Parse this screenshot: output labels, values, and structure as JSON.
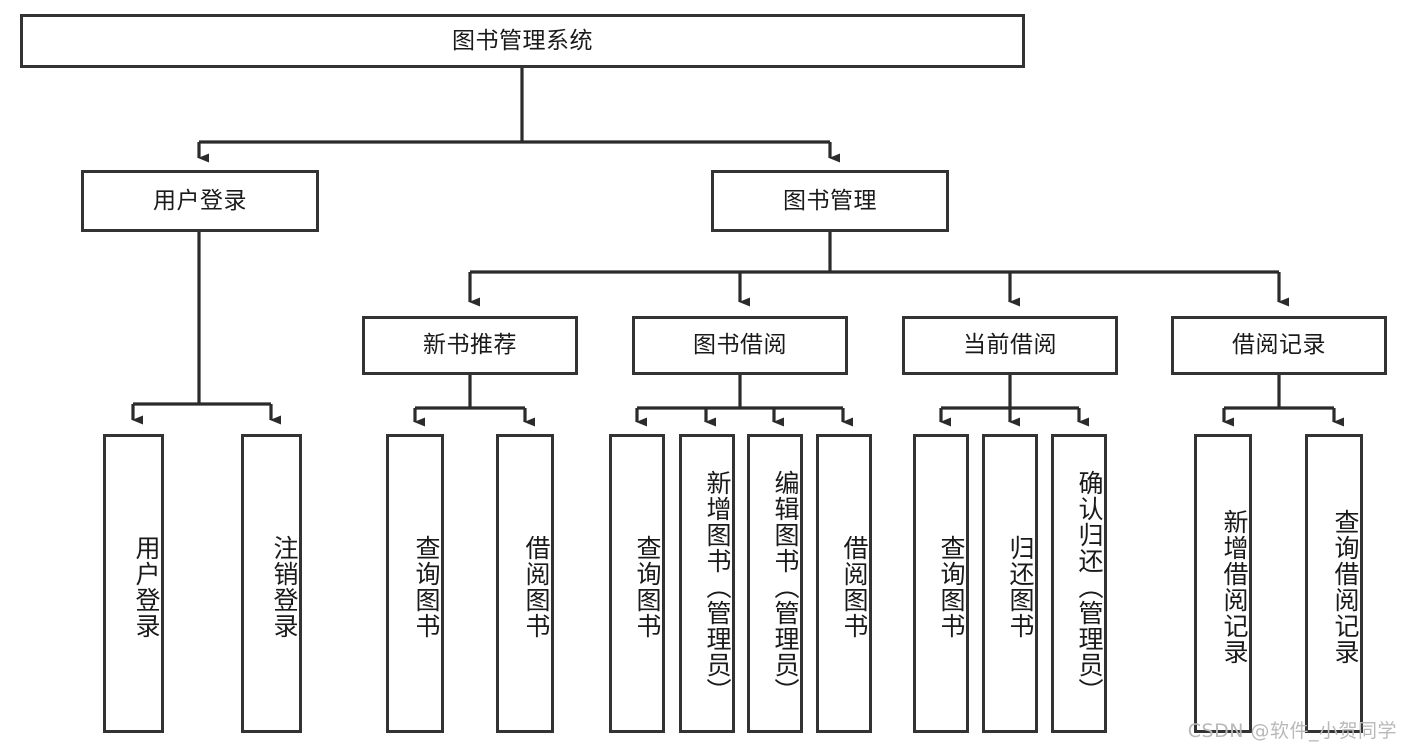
{
  "diagram": {
    "type": "tree-hierarchy-chart",
    "title": "图书管理系统",
    "watermark": "CSDN @软件_小贺同学",
    "colors": {
      "box_border": "#333333",
      "box_fill": "#ffffff",
      "connector": "#2b2b2b",
      "text": "#1a1a1a",
      "watermark": "#b9b9b9",
      "background": "#ffffff"
    },
    "levels": {
      "level1": [
        {
          "id": "root",
          "label": "图书管理系统",
          "orientation": "horizontal"
        }
      ],
      "level2": [
        {
          "id": "user-login",
          "label": "用户登录",
          "orientation": "horizontal",
          "parent": "root"
        },
        {
          "id": "book-management",
          "label": "图书管理",
          "orientation": "horizontal",
          "parent": "root"
        }
      ],
      "level3": [
        {
          "id": "new-book-recommend",
          "label": "新书推荐",
          "orientation": "horizontal",
          "parent": "book-management"
        },
        {
          "id": "book-borrow",
          "label": "图书借阅",
          "orientation": "horizontal",
          "parent": "book-management"
        },
        {
          "id": "current-borrow",
          "label": "当前借阅",
          "orientation": "horizontal",
          "parent": "book-management"
        },
        {
          "id": "borrow-record",
          "label": "借阅记录",
          "orientation": "horizontal",
          "parent": "book-management"
        }
      ],
      "level4": [
        {
          "id": "leaf-user-login",
          "label": "用户登录",
          "orientation": "vertical",
          "parent": "user-login"
        },
        {
          "id": "leaf-logout-login",
          "label": "注销登录",
          "orientation": "vertical",
          "parent": "user-login"
        },
        {
          "id": "leaf-query-book-1",
          "label": "查询图书",
          "orientation": "vertical",
          "parent": "new-book-recommend"
        },
        {
          "id": "leaf-borrow-book-1",
          "label": "借阅图书",
          "orientation": "vertical",
          "parent": "new-book-recommend"
        },
        {
          "id": "leaf-query-book-2",
          "label": "查询图书",
          "orientation": "vertical",
          "parent": "book-borrow"
        },
        {
          "id": "leaf-add-book",
          "label": "新增图书（管理员）",
          "orientation": "vertical",
          "parent": "book-borrow"
        },
        {
          "id": "leaf-edit-book",
          "label": "编辑图书（管理员）",
          "orientation": "vertical",
          "parent": "book-borrow"
        },
        {
          "id": "leaf-borrow-book-2",
          "label": "借阅图书",
          "orientation": "vertical",
          "parent": "book-borrow"
        },
        {
          "id": "leaf-query-book-3",
          "label": "查询图书",
          "orientation": "vertical",
          "parent": "current-borrow"
        },
        {
          "id": "leaf-return-book",
          "label": "归还图书",
          "orientation": "vertical",
          "parent": "current-borrow"
        },
        {
          "id": "leaf-confirm-return",
          "label": "确认归还（管理员）",
          "orientation": "vertical",
          "parent": "current-borrow"
        },
        {
          "id": "leaf-add-record",
          "label": "新增借阅记录",
          "orientation": "vertical",
          "parent": "borrow-record"
        },
        {
          "id": "leaf-query-record",
          "label": "查询借阅记录",
          "orientation": "vertical",
          "parent": "borrow-record"
        }
      ]
    }
  }
}
